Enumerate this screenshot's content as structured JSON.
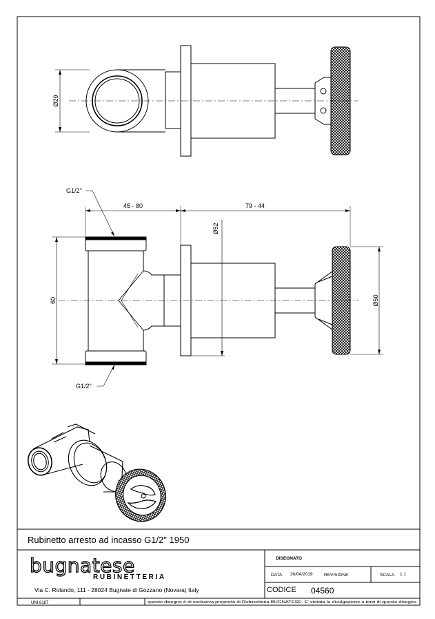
{
  "drawing": {
    "dim_d29": "Ø29",
    "thread_top": "G1/2\"",
    "thread_bottom": "G1/2\"",
    "dim_45_80": "45 - 80",
    "dim_79_44": "79 - 44",
    "dim_d52": "Ø52",
    "dim_60": "60",
    "dim_d50": "Ø50"
  },
  "title_block": {
    "product_title": "Rubinetto arresto ad incasso G1/2\" 1950",
    "brand": "bugnatese",
    "brand_sub": "RUBINETTERIA",
    "address": "Via C. Rolando, 111 - 28024 Bugnate di Gozzano (Novara) Italy",
    "disegnato_label": "DISEGNATO",
    "data_label": "DATA",
    "data_value": "30/04/2019",
    "revisione_label": "REVISIONE",
    "scala_label": "SCALA",
    "scala_value": "1:1",
    "codice_label": "CODICE",
    "codice_value": "04560",
    "uni": "UNI 8187",
    "disclaimer": "questo disegno è di esclusiva proprietà di Rubinetteria BUGNATESE. E' vietata la divulgazione a terzi di questo disegno"
  }
}
